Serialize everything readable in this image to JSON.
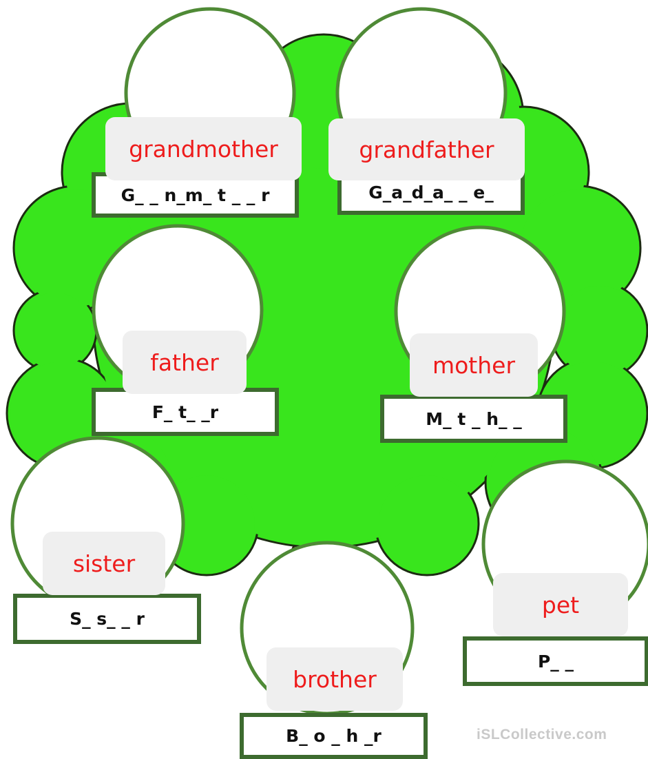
{
  "colors": {
    "foliage": "#39e51d",
    "foliage_outline": "#1c2b12",
    "trunk": "#8a5a3c",
    "frame": "#3d6b2f",
    "answer_text": "#ee1c1c",
    "answer_bg": "#efefef"
  },
  "members": [
    {
      "puzzle": "G_ _ n_m_ t _ _ r",
      "answer": "grandmother"
    },
    {
      "puzzle": "G_a_d_a_ _ e_",
      "answer": "grandfather"
    },
    {
      "puzzle": "F_ t_ _r",
      "answer": "father"
    },
    {
      "puzzle": "M_ t _ h_ _",
      "answer": "mother"
    },
    {
      "puzzle": "S_ s_ _ r",
      "answer": "sister"
    },
    {
      "puzzle": "B_ o _ h _r",
      "answer": "brother"
    },
    {
      "puzzle": "P_ _",
      "answer": "pet"
    }
  ],
  "watermark": "iSLCollective.com"
}
